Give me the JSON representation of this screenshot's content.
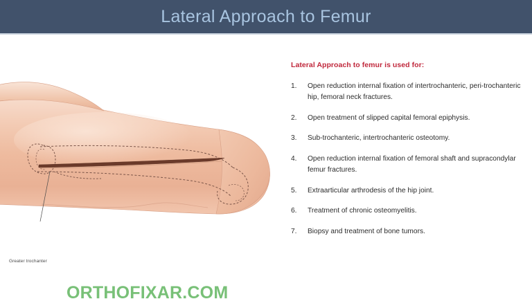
{
  "header": {
    "title": "Lateral Approach to Femur",
    "bar_color": "#41526b",
    "title_color": "#a8c4e0"
  },
  "illustration": {
    "alt_name": "lateral-thigh-femur-approach-illustration",
    "anatomical_label": "Greater trochanter",
    "skin_color": "#f0c3ab",
    "incision_line_color": "#6b3a2a",
    "dashed_outline_color": "#7a5448"
  },
  "watermark": {
    "text": "ORTHOFIXAR.COM",
    "color": "#78c077"
  },
  "content": {
    "heading": "Lateral Approach to femur is used for:",
    "heading_color": "#c0283c",
    "items": [
      {
        "number": "1.",
        "text": "Open reduction internal fixation of intertrochanteric, peri-trochanteric hip, femoral neck fractures."
      },
      {
        "number": "2.",
        "text": "Open treatment of slipped capital femoral epiphysis."
      },
      {
        "number": "3.",
        "text": "Sub-trochanteric, intertrochanteric osteotomy."
      },
      {
        "number": "4.",
        "text": "Open reduction internal fixation of femoral shaft and supracondylar femur fractures."
      },
      {
        "number": "5.",
        "text": "Extraarticular arthrodesis of the hip joint."
      },
      {
        "number": "6.",
        "text": "Treatment of chronic osteomyelitis."
      },
      {
        "number": "7.",
        "text": "Biopsy and treatment of bone tumors."
      }
    ]
  }
}
